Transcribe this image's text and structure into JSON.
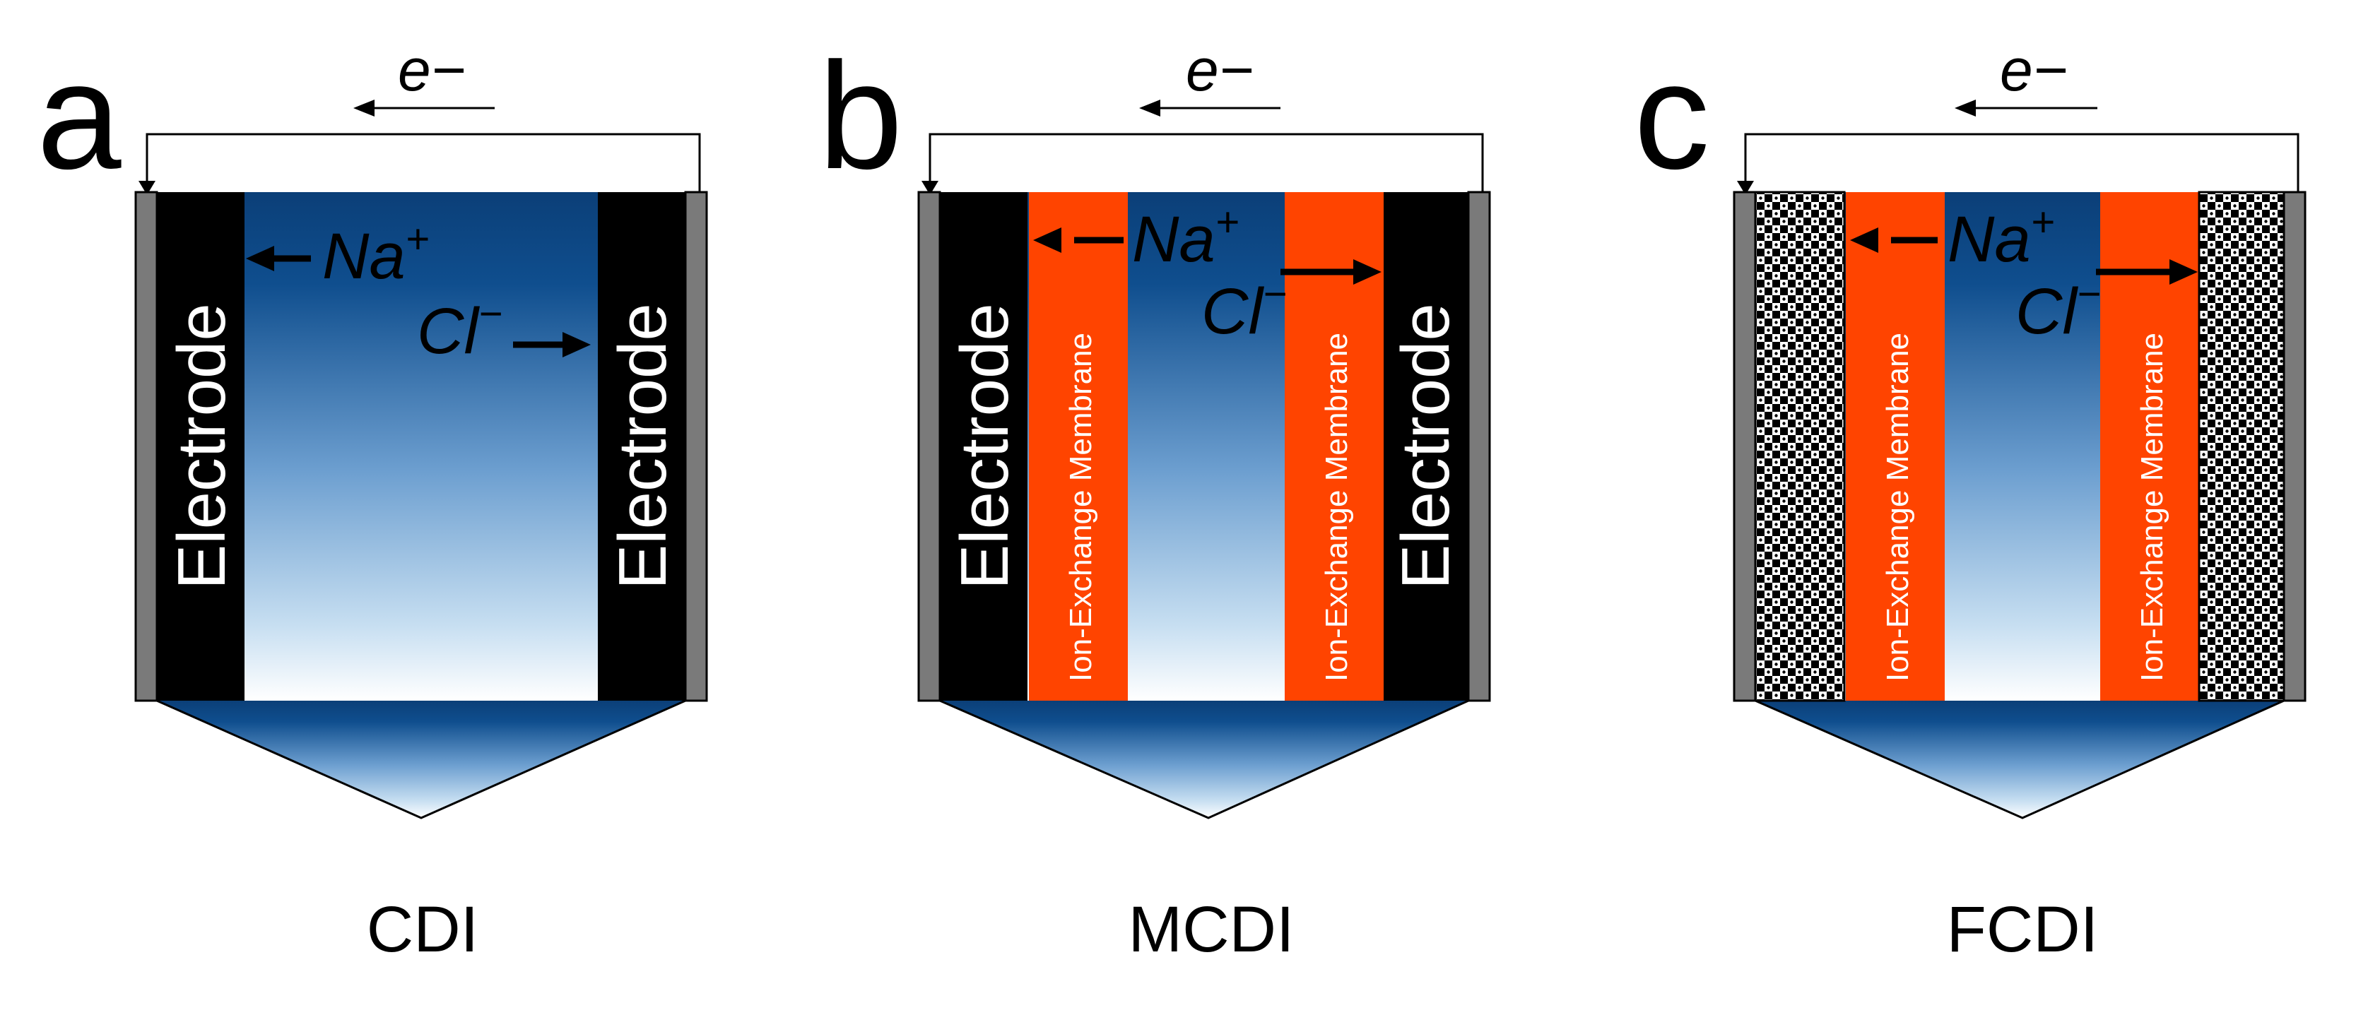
{
  "panels": [
    {
      "letter": "a",
      "caption": "CDI",
      "electron": "e−",
      "left_label": "Electrode",
      "right_label": "Electrode",
      "cation": "Na",
      "cation_charge": "+",
      "anion": "Cl",
      "anion_charge": "−"
    },
    {
      "letter": "b",
      "caption": "MCDI",
      "electron": "e−",
      "left_label": "Electrode",
      "right_label": "Electrode",
      "left_membrane": "Ion-Exchange Membrane",
      "right_membrane": "Ion-Exchange Membrane",
      "cation": "Na",
      "cation_charge": "+",
      "anion": "Cl",
      "anion_charge": "−"
    },
    {
      "letter": "c",
      "caption": "FCDI",
      "electron": "e−",
      "left_membrane": "Ion-Exchange Membrane",
      "right_membrane": "Ion-Exchange Membrane",
      "cation": "Na",
      "cation_charge": "+",
      "anion": "Cl",
      "anion_charge": "−"
    }
  ],
  "colors": {
    "water_top": "#0b3f78",
    "water_bottom": "#ffffff",
    "electrode": "#000000",
    "membrane": "#ff4400",
    "current_collector": "#7a7a7a",
    "flow_electrode_pattern": "#000000"
  }
}
